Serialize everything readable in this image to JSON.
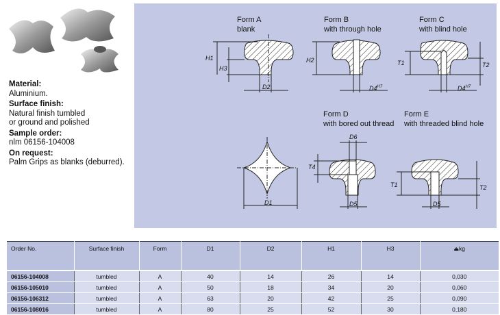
{
  "specs": {
    "material_label": "Material:",
    "material": "Aluminium.",
    "finish_label": "Surface finish:",
    "finish_1": "Natural finish tumbled",
    "finish_2": "or ground and polished",
    "sample_label": "Sample order:",
    "sample": "nlm 06156-104008",
    "request_label": "On request:",
    "request": "Palm Grips as blanks (deburred)."
  },
  "drawing": {
    "form_a": {
      "title": "Form A",
      "sub": "blank"
    },
    "form_b": {
      "title": "Form B",
      "sub": "with through hole"
    },
    "form_c": {
      "title": "Form C",
      "sub": "with blind hole"
    },
    "form_d": {
      "title": "Form D",
      "sub": "with bored out thread"
    },
    "form_e": {
      "title": "Form E",
      "sub": "with threaded blind hole"
    },
    "dims": {
      "h1": "H1",
      "h2": "H2",
      "h3": "H3",
      "d1": "D1",
      "d2": "D2",
      "d4": "D4",
      "h7": "H7",
      "d5": "D5",
      "d6": "D6",
      "t1": "T1",
      "t2": "T2",
      "t4": "T4"
    }
  },
  "table": {
    "headers": [
      "Order No.",
      "Surface finish",
      "Form",
      "D1",
      "D2",
      "H1",
      "H3",
      "kg"
    ],
    "rows": [
      [
        "06156-104008",
        "tumbled",
        "A",
        "40",
        "14",
        "26",
        "14",
        "0,030"
      ],
      [
        "06156-105010",
        "tumbled",
        "A",
        "50",
        "18",
        "34",
        "20",
        "0,060"
      ],
      [
        "06156-106312",
        "tumbled",
        "A",
        "63",
        "20",
        "42",
        "25",
        "0,090"
      ],
      [
        "06156-108016",
        "tumbled",
        "A",
        "80",
        "25",
        "52",
        "30",
        "0,180"
      ]
    ]
  }
}
